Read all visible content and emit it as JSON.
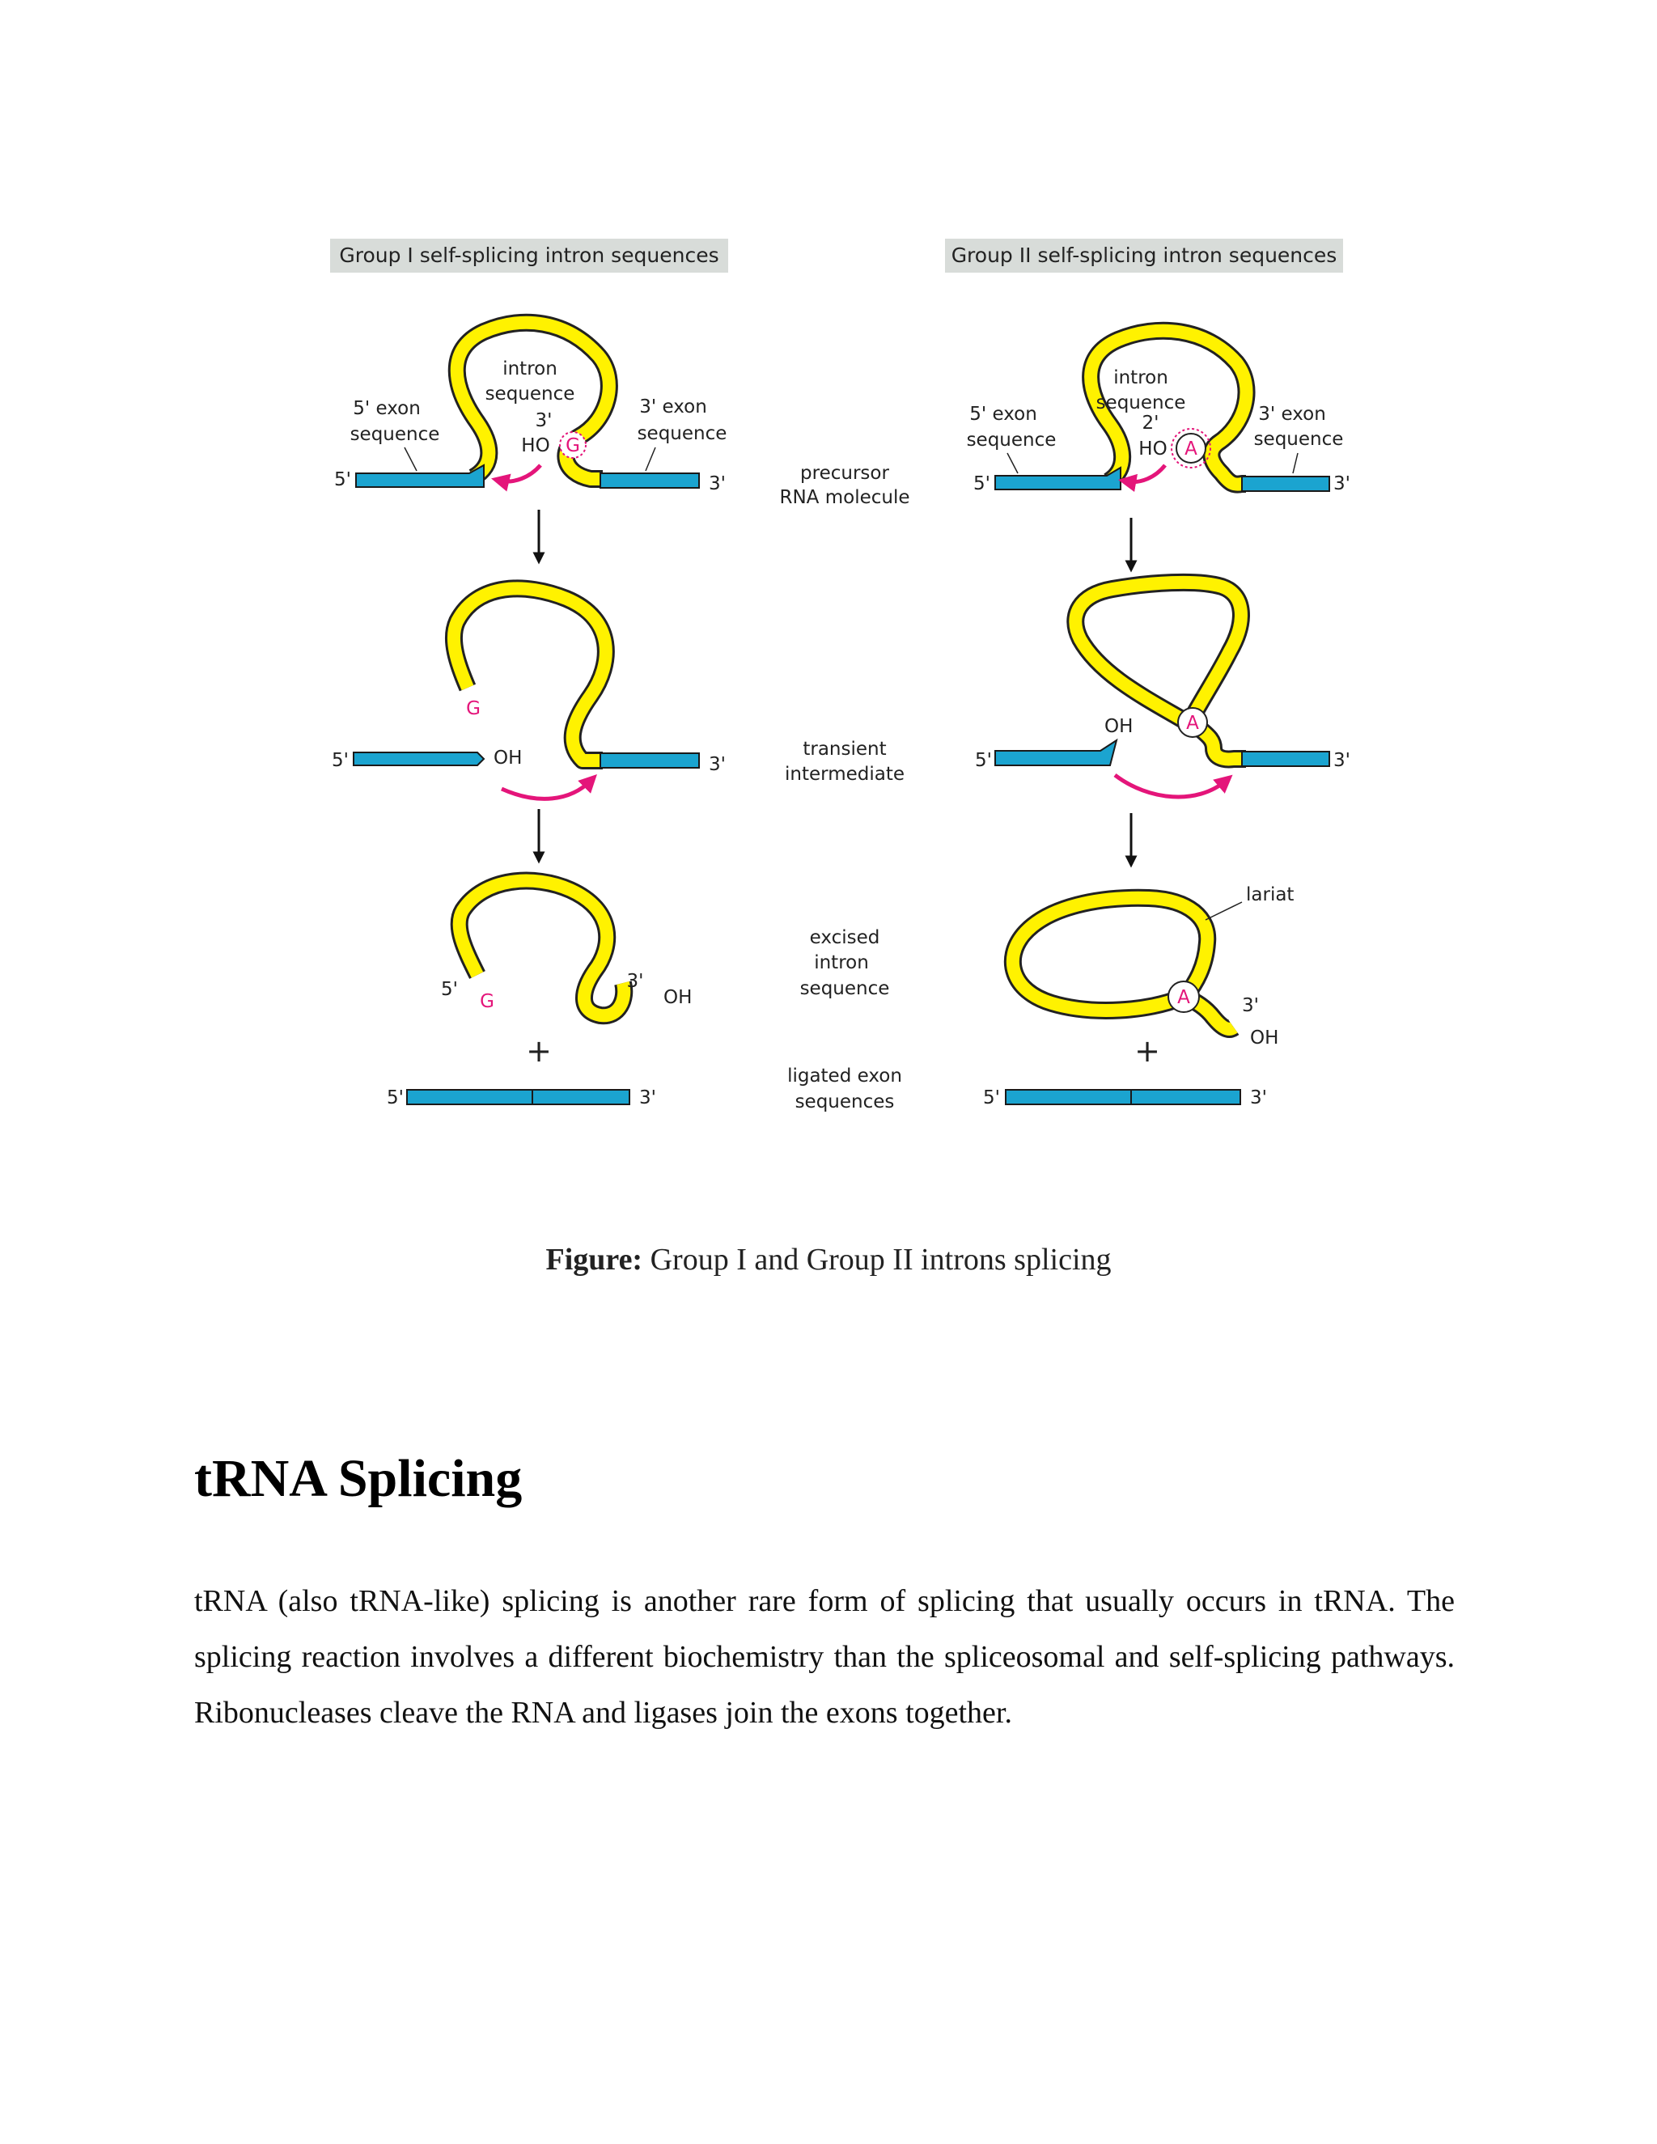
{
  "figure": {
    "group1": {
      "header": "Group I self-splicing intron sequences",
      "intron": "intron",
      "sequence": "sequence",
      "exon5": "5' exon",
      "exon3": "3' exon",
      "exon_seq": "sequence",
      "prime5": "5'",
      "prime3": "3'",
      "three": "3'",
      "ho": "HO",
      "g": "G",
      "oh": "OH",
      "plus": "+"
    },
    "group2": {
      "header": "Group II self-splicing intron sequences",
      "intron": "intron",
      "sequence": "sequence",
      "two": "2'",
      "exon5": "5' exon",
      "exon3": "3' exon",
      "exon_seq": "sequence",
      "prime5": "5'",
      "prime3": "3'",
      "ho": "HO",
      "a": "A",
      "oh": "OH",
      "lariat": "lariat",
      "plus": "+"
    },
    "stages": {
      "precursor_1": "precursor",
      "precursor_2": "RNA molecule",
      "transient_1": "transient",
      "transient_2": "intermediate",
      "excised_1": "excised",
      "excised_2": "intron",
      "excised_3": "sequence",
      "ligated_1": "ligated exon",
      "ligated_2": "sequences"
    },
    "colors": {
      "intron": "#fff200",
      "exon": "#1ba4d0",
      "arrow": "#e4157a",
      "header_bg": "#d8dcd9"
    }
  },
  "caption": {
    "label": "Figure:",
    "text": " Group I and Group II introns splicing"
  },
  "section": {
    "title": "tRNA Splicing",
    "body": "tRNA (also tRNA-like) splicing is another rare form of splicing that usually occurs in tRNA. The splicing reaction involves a different biochemistry than the spliceosomal and self-splicing pathways. Ribonucleases cleave the RNA and ligases join the exons together."
  }
}
